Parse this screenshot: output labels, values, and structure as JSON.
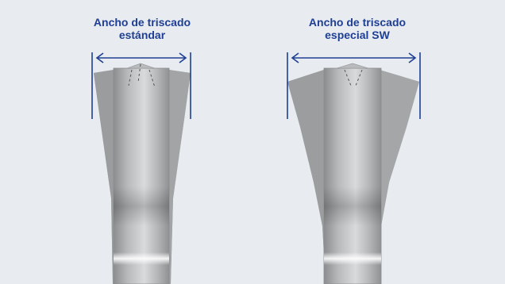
{
  "left_panel": {
    "title_line1": "Ancho de triscado",
    "title_line2": "estándar"
  },
  "right_panel": {
    "title_line1": "Ancho de triscado",
    "title_line2": "especial SW"
  },
  "colors": {
    "background": "#e8ebef",
    "label_text": "#1e3f94",
    "measure_lines": "#1e3f94",
    "blade_dark": "#8b8d8f",
    "blade_light": "#e2e3e5"
  }
}
